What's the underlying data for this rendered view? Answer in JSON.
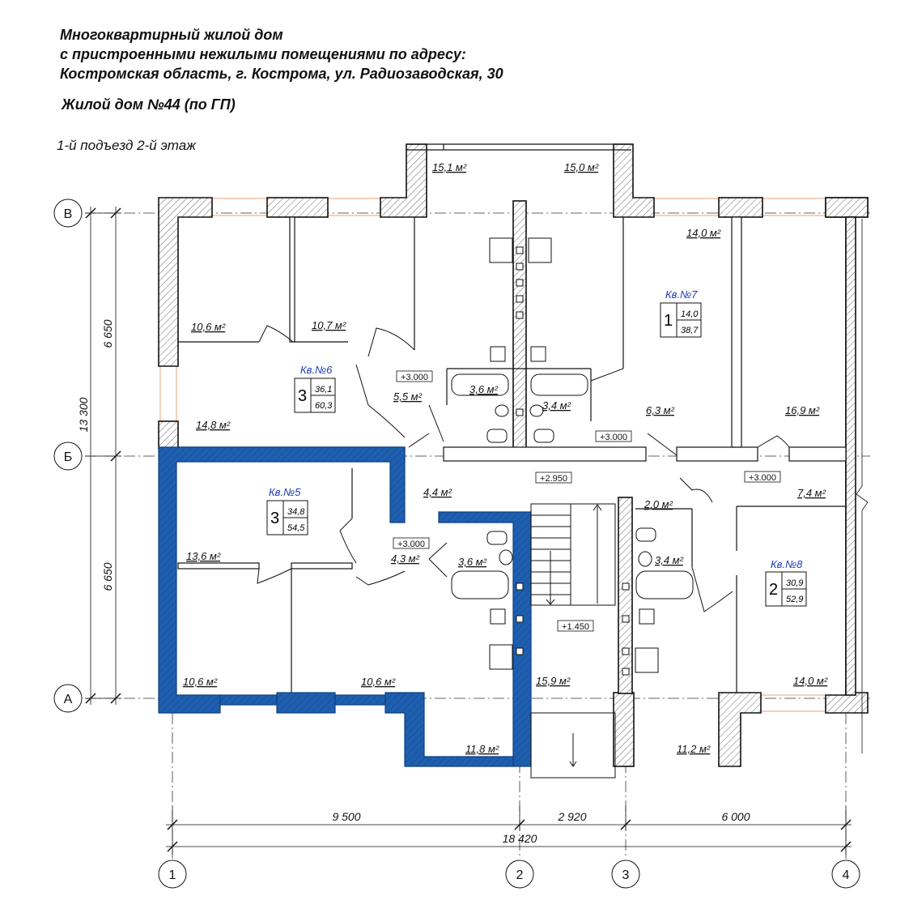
{
  "title": {
    "line1": "Многоквартирный жилой дом",
    "line2": "с пристроенными нежилыми помещениями по адресу:",
    "line3": "Костромская область, г. Кострома, ул. Радиозаводская, 30",
    "building": "Жилой дом №44 (по ГП)"
  },
  "floor_label": "1-й подъезд 2-й этаж",
  "axes": {
    "rows": [
      "В",
      "Б",
      "А"
    ],
    "cols": [
      "1",
      "2",
      "3",
      "4"
    ]
  },
  "dimensions": {
    "vertical_total": "13 300",
    "vertical_top": "6 650",
    "vertical_bottom": "6 650",
    "horizontal_1_2": "9 500",
    "horizontal_2_3": "2 920",
    "horizontal_3_4": "6 000",
    "horizontal_total": "18 420"
  },
  "apartments": [
    {
      "name": "Кв.№5",
      "rooms": "3",
      "living": "34,8",
      "total": "54,5",
      "highlighted": true
    },
    {
      "name": "Кв.№6",
      "rooms": "3",
      "living": "36,1",
      "total": "60,3",
      "highlighted": false
    },
    {
      "name": "Кв.№7",
      "rooms": "1",
      "living": "14,0",
      "total": "38,7",
      "highlighted": false
    },
    {
      "name": "Кв.№8",
      "rooms": "2",
      "living": "30,9",
      "total": "52,9",
      "highlighted": false
    }
  ],
  "room_areas": [
    "15,1 м²",
    "15,0 м²",
    "14,0 м²",
    "10,6 м²",
    "10,7 м²",
    "5,5 м²",
    "3,6 м²",
    "3,4 м²",
    "6,3 м²",
    "16,9 м²",
    "14,8 м²",
    "4,4 м²",
    "2,0 м²",
    "7,4 м²",
    "13,6 м²",
    "4,3 м²",
    "3,6 м²",
    "3,4 м²",
    "10,6 м²",
    "10,6 м²",
    "15,9 м²",
    "14,0 м²",
    "11,8 м²",
    "11,2 м²"
  ],
  "level_marks": [
    "+3.000",
    "+3.000",
    "+3.000",
    "+2.950",
    "+3.000",
    "+1.450"
  ],
  "colors": {
    "highlight": "#1f5fb0",
    "apartment_label": "#1a3bb5",
    "window": "#e8a070"
  }
}
